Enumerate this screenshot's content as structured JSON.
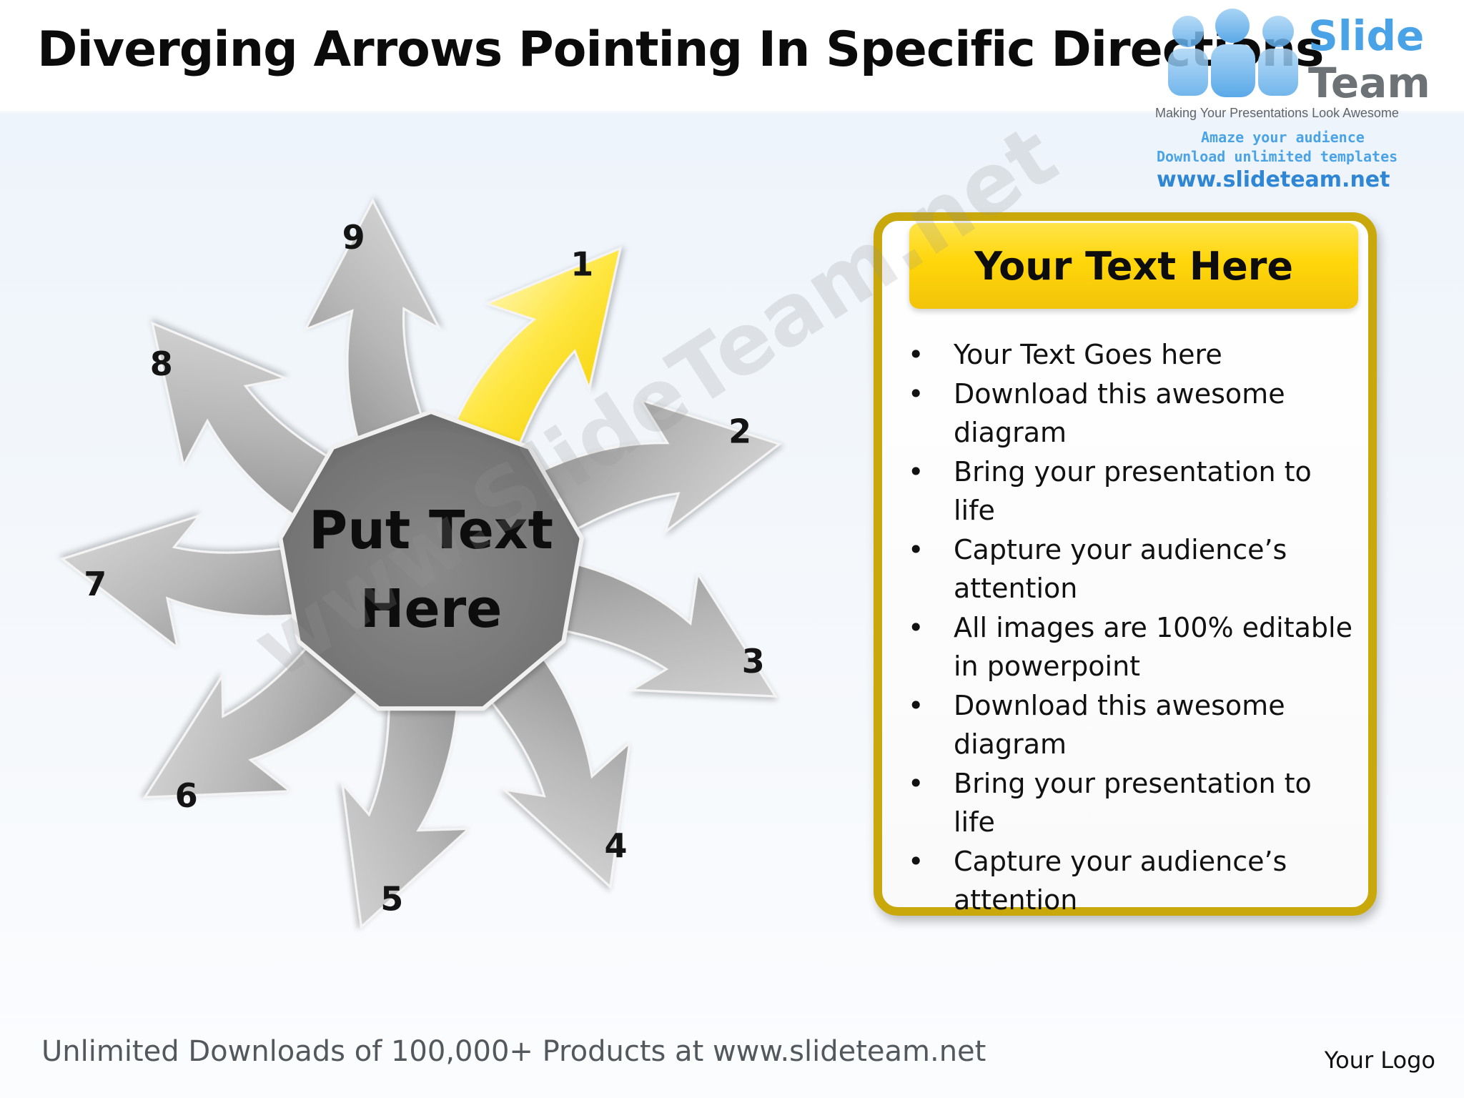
{
  "slide": {
    "title": "Diverging Arrows Pointing In Specific Directions",
    "center_label": {
      "line1": "Put Text",
      "line2": "Here"
    },
    "arrow_labels": [
      "1",
      "2",
      "3",
      "4",
      "5",
      "6",
      "7",
      "8",
      "9"
    ],
    "highlighted_arrow": "1",
    "colors": {
      "highlight": "#ffd60a",
      "arrow_gray": "#a8a8a8",
      "hub_gray": "#7a7a7a",
      "panel_border": "#c8a80a"
    }
  },
  "panel": {
    "title": "Your Text Here",
    "bullets": [
      "Your Text Goes here",
      "Download this awesome diagram",
      "Bring your presentation to life",
      "Capture your audience’s attention",
      "All images are 100% editable in powerpoint",
      "Download this awesome diagram",
      "Bring your presentation to life",
      "Capture your audience’s attention"
    ]
  },
  "logo": {
    "brand_top": "Slide",
    "brand_bottom": "Team",
    "tagline": "Making Your Presentations Look Awesome",
    "line1": "Amaze your audience",
    "line2": "Download unlimited templates",
    "url": "www.slideteam.net"
  },
  "watermark": "www.SlideTeam.net",
  "footer": {
    "text": "Unlimited Downloads of 100,000+ Products at www.slideteam.net",
    "logo_placeholder": "Your Logo"
  }
}
